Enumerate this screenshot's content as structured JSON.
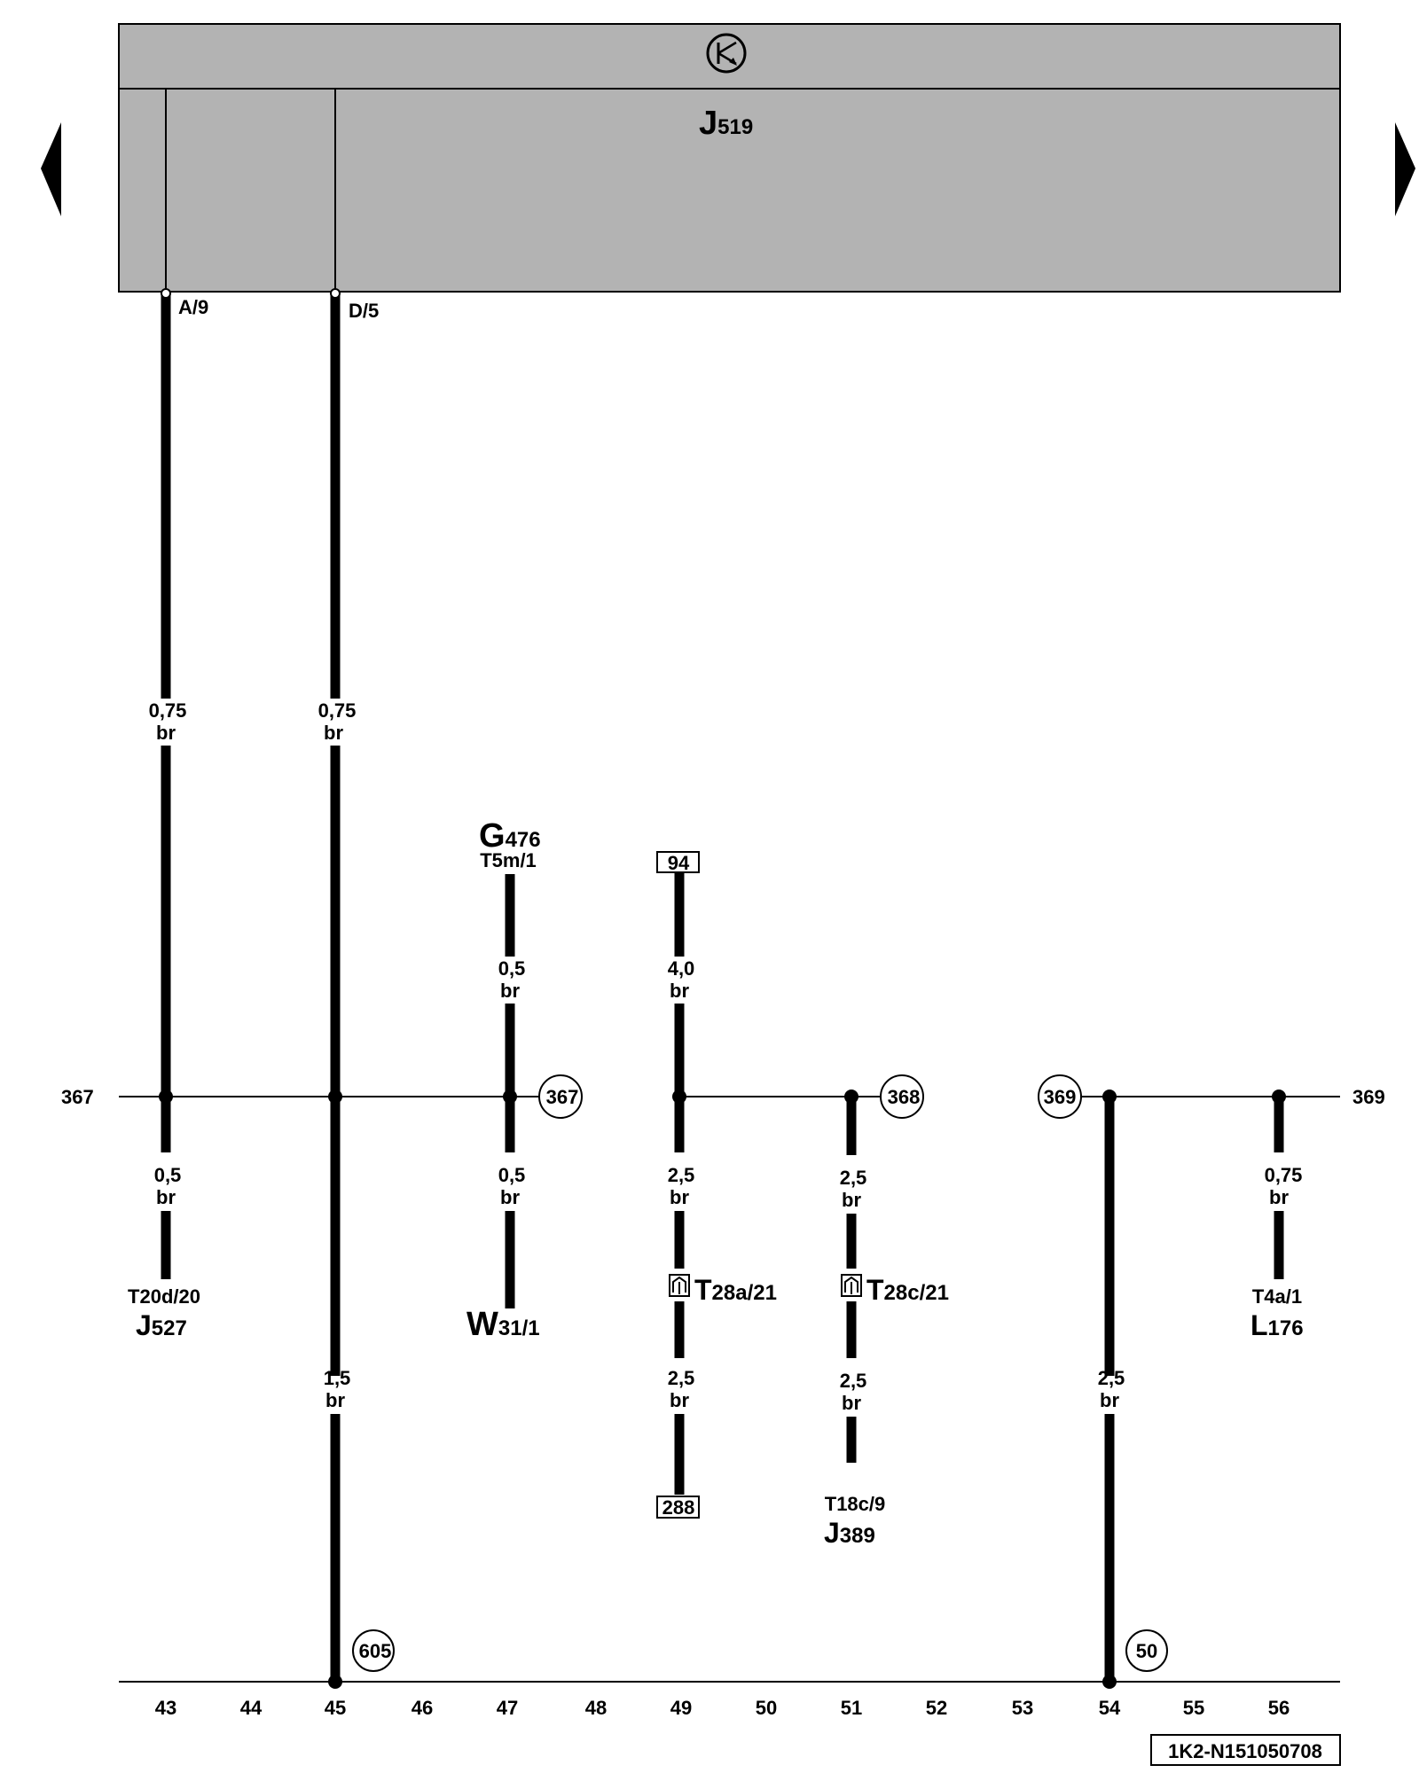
{
  "module": {
    "letter": "J",
    "sub": "519",
    "pins": [
      {
        "id": "pin-a9",
        "text": "A/9"
      },
      {
        "id": "pin-d5",
        "text": "D/5"
      }
    ]
  },
  "colors": {
    "module_fill": "#b3b3b3",
    "wire": "#000000"
  },
  "icons": [
    "ground-symbol-icon",
    "nav-prev-icon",
    "nav-next-icon",
    "connector-icon"
  ],
  "wires": [
    {
      "id": "w1",
      "size": "0,75",
      "color": "br"
    },
    {
      "id": "w2",
      "size": "0,75",
      "color": "br"
    },
    {
      "id": "w3",
      "size": "0,5",
      "color": "br"
    },
    {
      "id": "w4",
      "size": "1,5",
      "color": "br"
    },
    {
      "id": "w5",
      "size": "0,5",
      "color": "br"
    },
    {
      "id": "w6",
      "size": "0,5",
      "color": "br"
    },
    {
      "id": "w7",
      "size": "4,0",
      "color": "br"
    },
    {
      "id": "w8",
      "size": "2,5",
      "color": "br"
    },
    {
      "id": "w9",
      "size": "2,5",
      "color": "br"
    },
    {
      "id": "w10",
      "size": "2,5",
      "color": "br"
    },
    {
      "id": "w11",
      "size": "2,5",
      "color": "br"
    },
    {
      "id": "w12",
      "size": "2,5",
      "color": "br"
    },
    {
      "id": "w13",
      "size": "0,75",
      "color": "br"
    }
  ],
  "components": [
    {
      "id": "g476",
      "letter": "G",
      "sub": "476",
      "conn": "T5m/1"
    },
    {
      "id": "j527",
      "letter": "J",
      "sub": "527",
      "conn": "T20d/20"
    },
    {
      "id": "w31",
      "letter": "W",
      "sub": "31/1",
      "conn": ""
    },
    {
      "id": "l176",
      "letter": "L",
      "sub": "176",
      "conn": "T4a/1"
    },
    {
      "id": "j389",
      "letter": "J",
      "sub": "389",
      "conn": "T18c/9"
    }
  ],
  "connectors": [
    {
      "id": "t28a",
      "letter": "T",
      "sub": "28a/21"
    },
    {
      "id": "t28c",
      "letter": "T",
      "sub": "28c/21"
    }
  ],
  "refs": [
    {
      "id": "r367-left",
      "text": "367"
    },
    {
      "id": "r369-right",
      "text": "369"
    }
  ],
  "circles": [
    {
      "id": "c367",
      "text": "367"
    },
    {
      "id": "c368",
      "text": "368"
    },
    {
      "id": "c369",
      "text": "369"
    },
    {
      "id": "c605",
      "text": "605"
    },
    {
      "id": "c50",
      "text": "50"
    }
  ],
  "boxes": [
    {
      "id": "b94",
      "text": "94"
    },
    {
      "id": "b288",
      "text": "288"
    }
  ],
  "track_numbers": [
    "43",
    "44",
    "45",
    "46",
    "47",
    "48",
    "49",
    "50",
    "51",
    "52",
    "53",
    "54",
    "55",
    "56"
  ],
  "code": "1K2-N151050708"
}
